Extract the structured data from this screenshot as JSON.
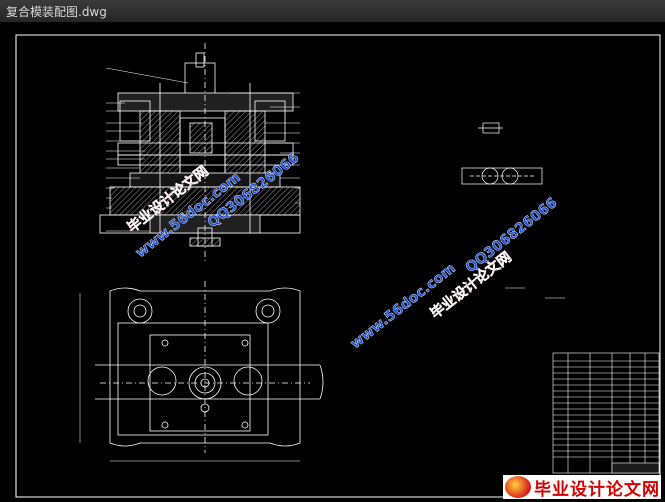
{
  "window": {
    "title": "复合模装配图.dwg"
  },
  "watermarks": {
    "site": "www.56doc.com",
    "qq": "QQ306826066",
    "brand": "毕业设计论文网"
  },
  "footer_logo": {
    "text": "毕业设计论文网"
  },
  "colors": {
    "background": "#000000",
    "drawing": "#ffffff",
    "watermark_blue": "#1a4fd8",
    "watermark_red": "#e0201a",
    "title_text": "#d8d8d8"
  }
}
